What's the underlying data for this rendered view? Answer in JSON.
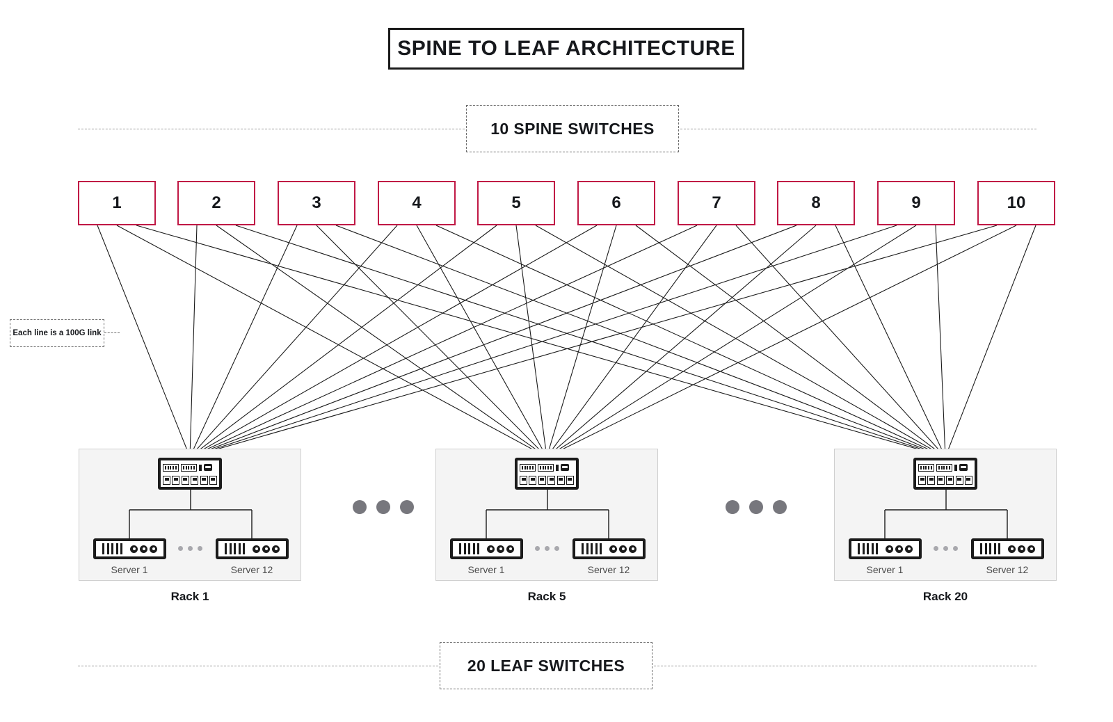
{
  "title": "SPINE TO LEAF ARCHITECTURE",
  "bands": {
    "top": "10 SPINE SWITCHES",
    "bottom": "20 LEAF SWITCHES"
  },
  "annotation": {
    "link_note": "Each line is a 100G link"
  },
  "colors": {
    "spine_border": "#c01845",
    "rack_fill": "#f4f4f4",
    "link_stroke": "#1b1b1b",
    "dot_gray": "#77777d",
    "text": "#16181c"
  },
  "spines": [
    {
      "label": "1"
    },
    {
      "label": "2"
    },
    {
      "label": "3"
    },
    {
      "label": "4"
    },
    {
      "label": "5"
    },
    {
      "label": "6"
    },
    {
      "label": "7"
    },
    {
      "label": "8"
    },
    {
      "label": "9"
    },
    {
      "label": "10"
    }
  ],
  "racks": [
    {
      "caption": "Rack 1",
      "server_first": "Server 1",
      "server_last": "Server 12"
    },
    {
      "caption": "Rack 5",
      "server_first": "Server 1",
      "server_last": "Server 12"
    },
    {
      "caption": "Rack 20",
      "server_first": "Server 1",
      "server_last": "Server 12"
    }
  ],
  "chart_data": {
    "type": "diagram",
    "topology": "spine-leaf (Clos)",
    "spine_count": 10,
    "leaf_count": 20,
    "servers_per_rack": 12,
    "link_speed": "100G",
    "links_per_leaf": 10,
    "racks_shown": [
      "Rack 1",
      "Rack 5",
      "Rack 20"
    ]
  }
}
